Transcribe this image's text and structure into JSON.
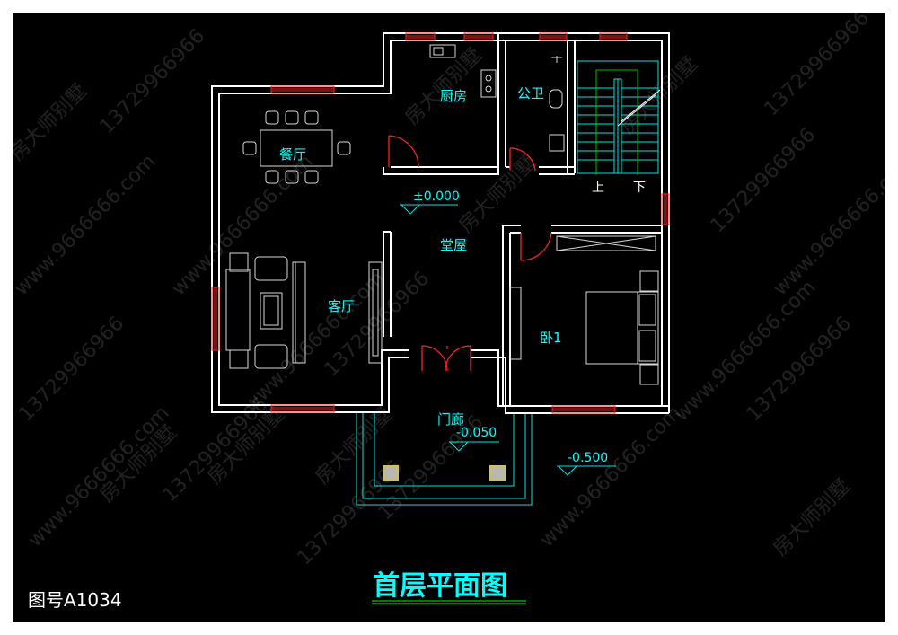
{
  "drawing": {
    "title": "首层平面图",
    "drawing_code": "图号A1034"
  },
  "rooms": {
    "kitchen": "厨房",
    "toilet": "公卫",
    "dining": "餐厅",
    "hall": "堂屋",
    "living": "客厅",
    "bedroom": "卧1",
    "porch": "门廊"
  },
  "levels": {
    "main": "±0.000",
    "porch": "-0.050",
    "ground": "-0.500"
  },
  "stairs": {
    "up": "上",
    "down": "下"
  },
  "watermark": {
    "brand": "房大师别墅",
    "site": "www.9666666.com",
    "phone": "13729966966"
  },
  "colors": {
    "background": "#000000",
    "walls": "#ffffff",
    "windows_doors": "#ff2020",
    "labels": "#00ffff",
    "title_underline": "#00c800"
  }
}
